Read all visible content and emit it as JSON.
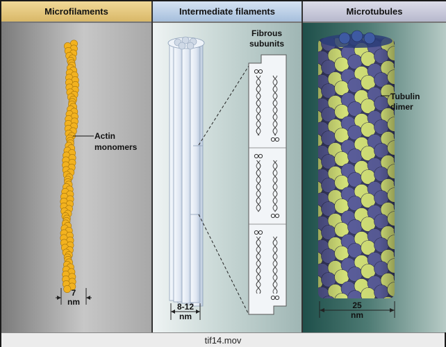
{
  "headers": {
    "microfilaments": "Microfilaments",
    "intermediate": "Intermediate filaments",
    "microtubules": "Microtubules"
  },
  "labels": {
    "actin_line1": "Actin",
    "actin_line2": "monomers",
    "fibrous_line1": "Fibrous",
    "fibrous_line2": "subunits",
    "tubulin_line1": "Tubulin",
    "tubulin_line2": "dimer"
  },
  "dimensions": {
    "mf_value": "7",
    "mf_unit": "nm",
    "if_value": "8-12",
    "if_unit": "nm",
    "mt_value": "25",
    "mt_unit": "nm"
  },
  "footer": {
    "filename": "tif14.mov"
  },
  "colors": {
    "actin": "#f2b21f",
    "tubulin_a": "#d3e178",
    "tubulin_b": "#5a5d9a",
    "filament": "#e8eef6"
  }
}
